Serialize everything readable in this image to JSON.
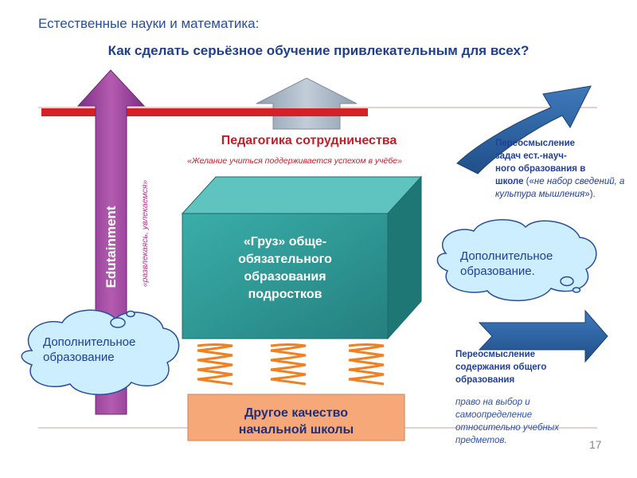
{
  "header": {
    "subject": "Естественные науки и математика:",
    "question": "Как сделать серьёзное обучение привлекательным для всех?"
  },
  "pedagogy": {
    "title": "Педагогика сотрудничества",
    "subtitle": "«Желание учиться поддерживается успехом в учёбе»"
  },
  "left_arrow": {
    "label": "Edutainment",
    "caption": "«развлекаясь, увлекаемся»"
  },
  "box": {
    "lines": [
      "«Груз» обще-",
      "обязательного",
      "образования",
      "подростков"
    ]
  },
  "school": {
    "lines": [
      "Другое качество",
      "начальной школы"
    ]
  },
  "clouds": {
    "left": [
      "Дополнительное",
      "образование"
    ],
    "right": [
      "Дополнительное",
      "образование."
    ]
  },
  "rethink_tasks": {
    "bold_lines": [
      "Переосмысление",
      "задач ест.-науч-",
      "ного образования в",
      "школе"
    ],
    "paren_open": " («",
    "italic_part": "не набор сведений, а культура мышления",
    "paren_close": "»)."
  },
  "rethink_content": {
    "title_lines": [
      "Переосмысление",
      "содержания общего",
      "образования"
    ],
    "sub_lines": [
      "право на выбор и",
      "самоопределение",
      "относительно учебных",
      "предметов."
    ]
  },
  "page_number": "17",
  "colors": {
    "title_blue": "#2a4f9a",
    "accent_red": "#c0202a",
    "purple_arrow": "#9b3f9c",
    "teal_box": "#2e9a98",
    "orange_base": "#f7a878",
    "blue_arrow": "#2d5fa0",
    "gray_arrow": "#9aaabc",
    "spring": "#f08020"
  }
}
